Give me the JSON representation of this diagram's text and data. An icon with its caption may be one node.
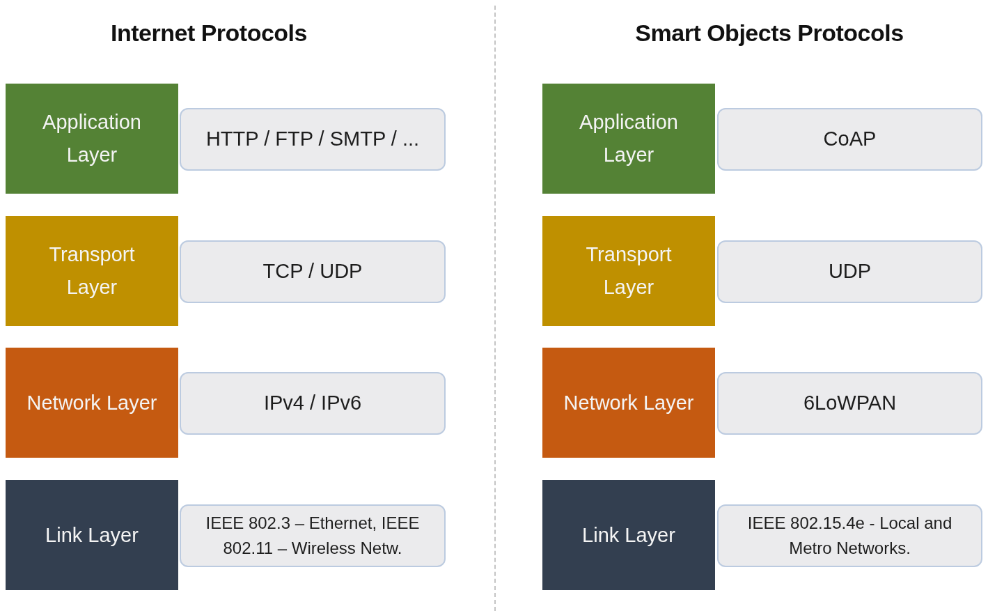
{
  "diagram": {
    "nodes": [
      {
        "text": [
          "Application Layer"
        ]
      },
      {
        "text": [
          "HTTP / FTP / SMTP / ..."
        ]
      },
      {
        "text": [
          "Transport Layer"
        ]
      },
      {
        "text": [
          "TCP / UDP"
        ]
      },
      {
        "text": [
          "Network Layer"
        ]
      },
      {
        "text": [
          "IPv4 / IPv6"
        ]
      },
      {
        "text": [
          "Link Layer"
        ]
      },
      {
        "text": [
          "IEEE 802.3 – Ethernet, IEEE 802.11 – Wireless Netw."
        ]
      },
      {
        "text": [
          "Application Layer"
        ]
      },
      {
        "text": [
          "CoAP"
        ]
      },
      {
        "text": [
          "Transport Layer"
        ]
      },
      {
        "text": [
          "UDP"
        ]
      },
      {
        "text": [
          "Network Layer"
        ]
      },
      {
        "text": [
          "6LoWPAN"
        ]
      },
      {
        "text": [
          "Link Layer"
        ]
      },
      {
        "text": [
          "IEEE 802.15.4e - Local and Metro Networks."
        ]
      }
    ],
    "labels": [
      "Internet Protocols",
      "Smart Objects Protocols"
    ]
  }
}
